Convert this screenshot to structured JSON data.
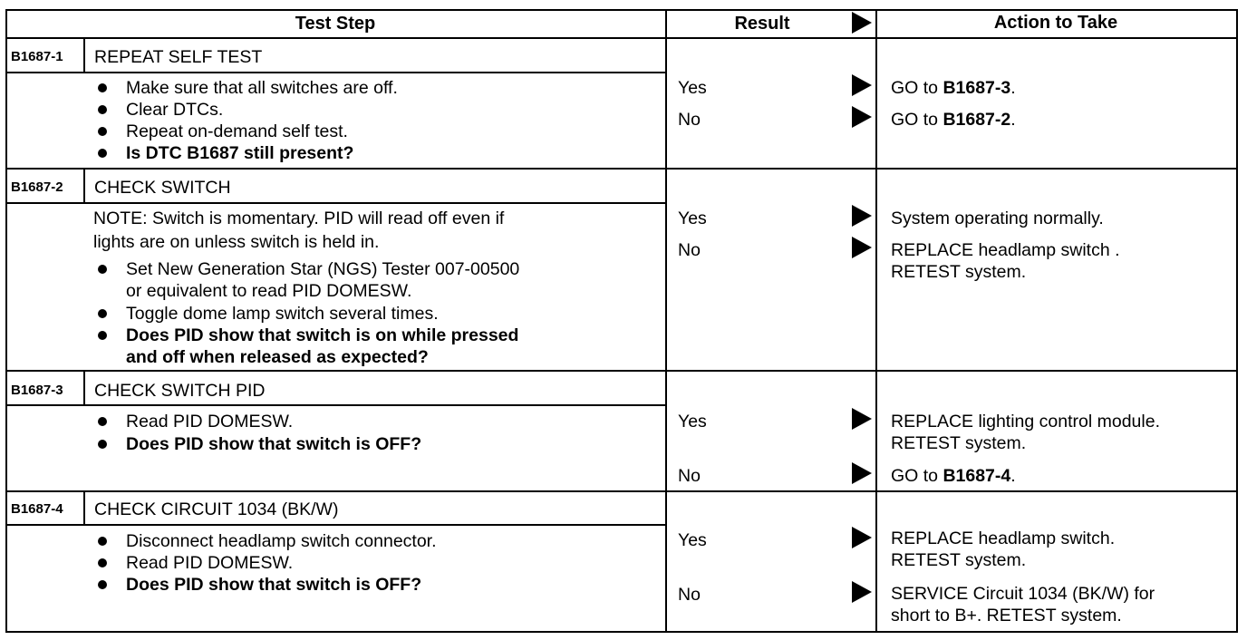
{
  "header": {
    "test_step": "Test Step",
    "result": "Result",
    "action": "Action to Take"
  },
  "steps": [
    {
      "code": "B1687-1",
      "title": "REPEAT SELF  TEST",
      "bullets": [
        "Make sure that all switches are off.",
        "Clear DTCs.",
        "Repeat on-demand self test.",
        "Is DTC B1687 still present?"
      ],
      "results": [
        {
          "result": "Yes",
          "action_prefix": "GO to ",
          "action_bold": "B1687-3",
          "action_suffix": "."
        },
        {
          "result": "No",
          "action_prefix": "GO to ",
          "action_bold": "B1687-2",
          "action_suffix": "."
        }
      ]
    },
    {
      "code": "B1687-2",
      "title": "CHECK SWITCH",
      "note_1": "NOTE: Switch is momentary. PID will read off even if",
      "note_2": "lights are on unless switch is held in.",
      "bullets": [
        "Set New Generation Star (NGS) Tester 007-00500",
        "or equivalent to read PID DOMESW.",
        "Toggle dome lamp switch several times.",
        "Does PID show that switch is on while pressed",
        "and off when released as expected?"
      ],
      "results": [
        {
          "result": "Yes",
          "action": "System operating normally."
        },
        {
          "result": "No",
          "action_1": "REPLACE headlamp switch .",
          "action_2": "RETEST system."
        }
      ]
    },
    {
      "code": "B1687-3",
      "title": "CHECK SWITCH PID",
      "bullets": [
        "Read PID DOMESW.",
        "Does PID show that switch is OFF?"
      ],
      "results": [
        {
          "result": "Yes",
          "action_1": "REPLACE lighting control module.",
          "action_2": "RETEST system."
        },
        {
          "result": "No",
          "action_prefix": "GO to ",
          "action_bold": "B1687-4",
          "action_suffix": "."
        }
      ]
    },
    {
      "code": "B1687-4",
      "title": "CHECK CIRCUIT 1034 (BK/W)",
      "bullets": [
        "Disconnect headlamp switch connector.",
        "Read PID DOMESW.",
        "Does PID show that switch is OFF?"
      ],
      "results": [
        {
          "result": "Yes",
          "action_1": "REPLACE headlamp switch.",
          "action_2": "RETEST system."
        },
        {
          "result": "No",
          "action_1": "SERVICE Circuit 1034 (BK/W) for",
          "action_2": "short to B+. RETEST system."
        }
      ]
    }
  ]
}
